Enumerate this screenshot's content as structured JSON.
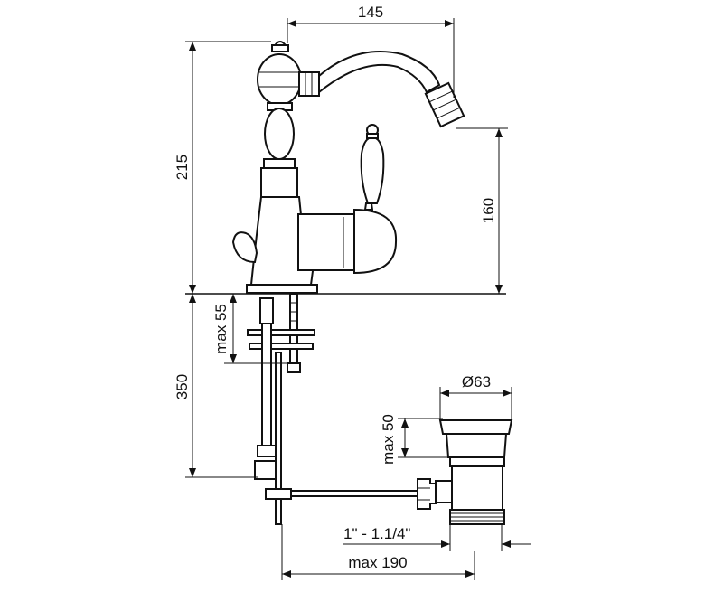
{
  "dimensions": {
    "spout_reach": "145",
    "total_height": "215",
    "spout_height": "160",
    "max_deck_thickness": "max 55",
    "hose_length": "350",
    "waste_diameter": "Ø63",
    "max_waste_height": "max 50",
    "waste_thread": "1\" - 1.1/4\"",
    "max_rod_distance": "max 190"
  }
}
